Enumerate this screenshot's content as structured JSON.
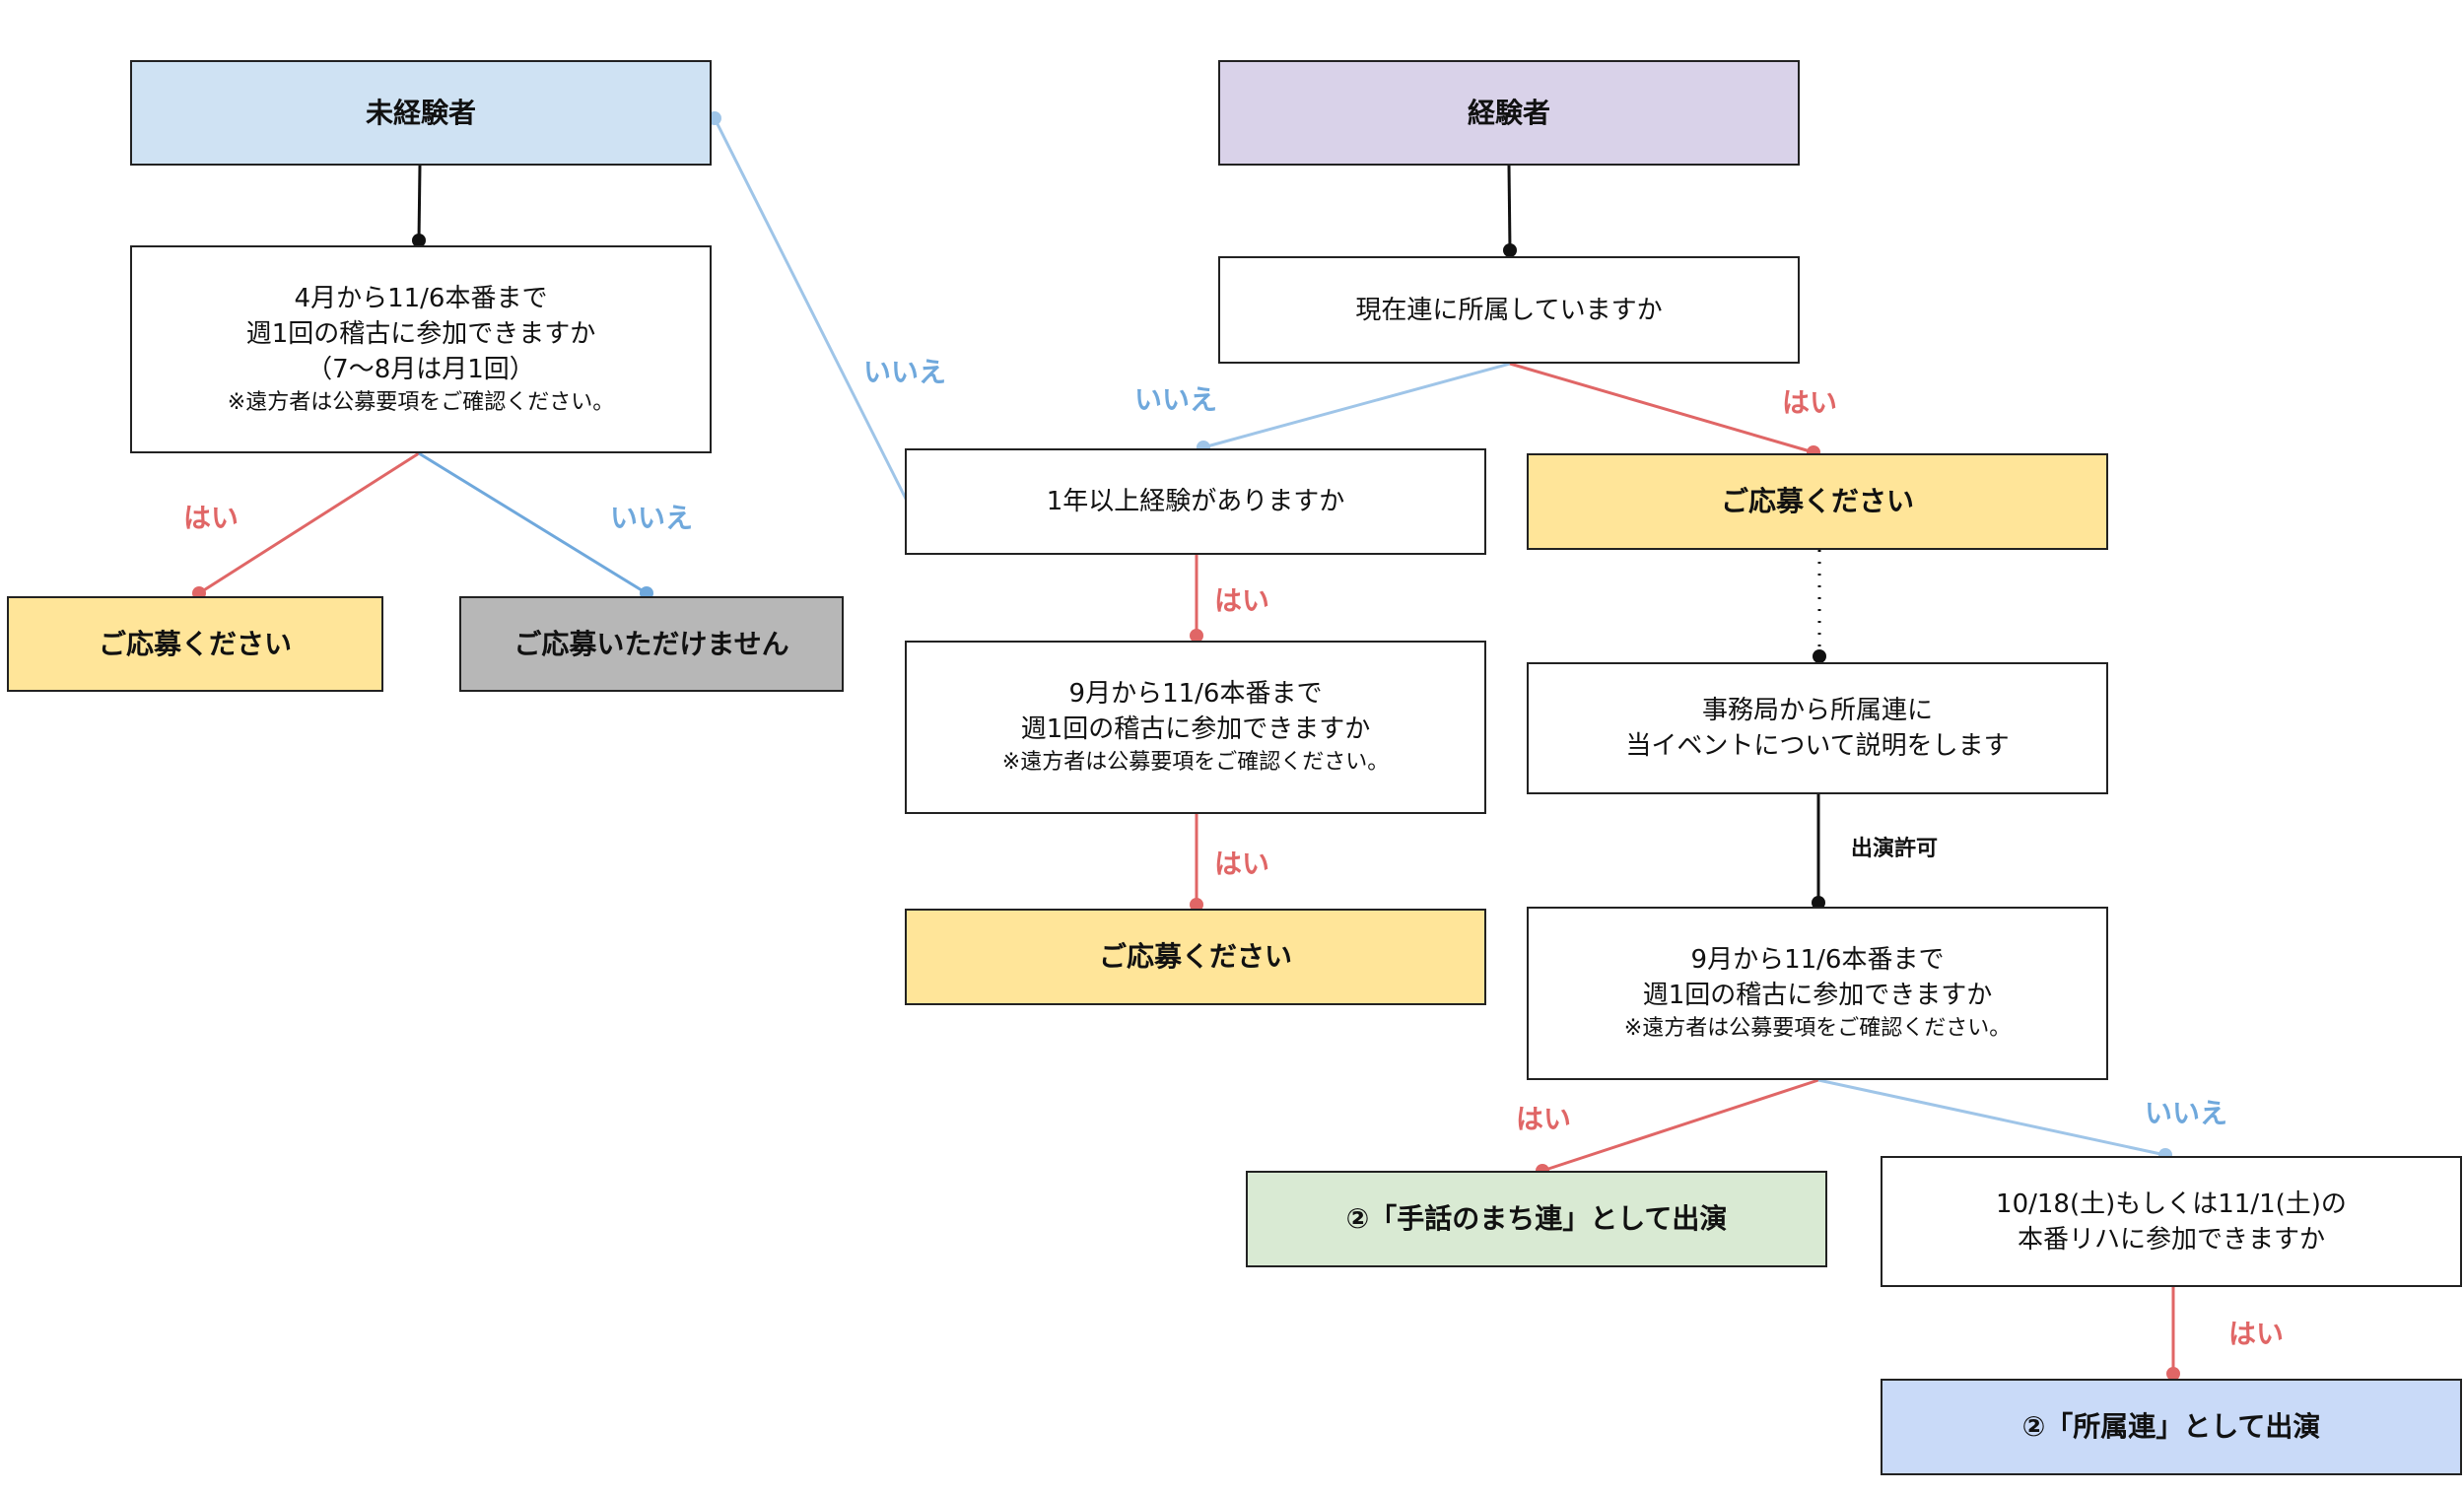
{
  "colors": {
    "inexperienced_box": "#cfe2f3",
    "experienced_box": "#d9d2e9",
    "apply_box": "#ffe599",
    "reject_box": "#b7b7b7",
    "green_box": "#d9ead3",
    "blue_box": "#c9daf8",
    "yes_line": "#e06666",
    "no_line": "#6fa8dc",
    "no_line_light": "#9fc5e8"
  },
  "boxes": {
    "inexperienced": {
      "text": "未経験者"
    },
    "experienced": {
      "text": "経験者"
    },
    "q_weekly_april": {
      "line1": "4月から11/6本番まで",
      "line2": "週1回の稽古に参加できますか",
      "line3": "（7～8月は月1回）",
      "note": "※遠方者は公募要項をご確認ください。"
    },
    "apply_left": {
      "text": "ご応募ください"
    },
    "reject_left": {
      "text": "ご応募いただけません"
    },
    "q_in_ren": {
      "text": "現在連に所属していますか"
    },
    "q_one_year": {
      "text": "1年以上経験がありますか"
    },
    "q_weekly_sept_mid": {
      "line1": "9月から11/6本番まで",
      "line2": "週1回の稽古に参加できますか",
      "note": "※遠方者は公募要項をご確認ください。"
    },
    "apply_mid": {
      "text": "ご応募ください"
    },
    "apply_right": {
      "text": "ご応募ください"
    },
    "office_explain": {
      "line1": "事務局から所属連に",
      "line2": "当イベントについて説明をします"
    },
    "q_weekly_sept_right": {
      "line1": "9月から11/6本番まで",
      "line2": "週1回の稽古に参加できますか",
      "note": "※遠方者は公募要項をご確認ください。"
    },
    "perform_shuwa": {
      "text": "②「手話のまち連」として出演"
    },
    "q_rehearsal": {
      "line1": "10/18(土)もしくは11/1(土)の",
      "line2": "本番リハに参加できますか"
    },
    "perform_own": {
      "text": "②「所属連」として出演"
    }
  },
  "labels": {
    "yes": "はい",
    "no": "いいえ",
    "permission": "出演許可"
  }
}
